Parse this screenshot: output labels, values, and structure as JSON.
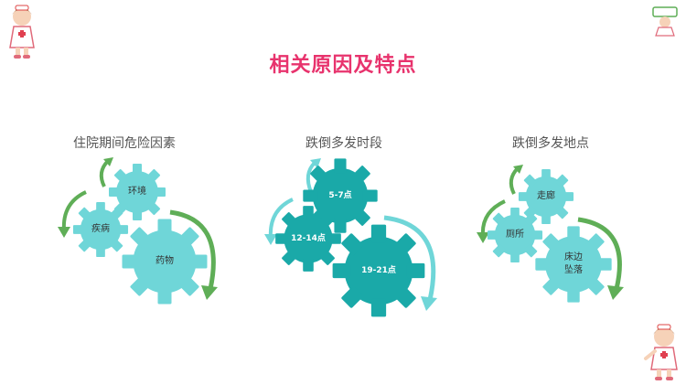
{
  "title": "相关原因及特点",
  "colors": {
    "title": "#e8336d",
    "gear_light": "#6fd6d8",
    "gear_dark": "#1aa9a8",
    "arrow_green": "#5fae57",
    "arrow_cyan": "#6fd6d8",
    "label_dark": "#333333",
    "heading": "#555555"
  },
  "groups": [
    {
      "title": "住院期间危险因素",
      "gears": [
        "环境",
        "疾病",
        "药物"
      ]
    },
    {
      "title": "跌倒多发时段",
      "gears": [
        "5-7点",
        "12-14点",
        "19-21点"
      ]
    },
    {
      "title": "跌倒多发地点",
      "gears": [
        "走廊",
        "厕所",
        "床边\n坠落"
      ]
    }
  ],
  "decorations": [
    "nurse-cartoon-icon",
    "nurse-cartoon-icon",
    "nurse-cartoon-icon"
  ]
}
